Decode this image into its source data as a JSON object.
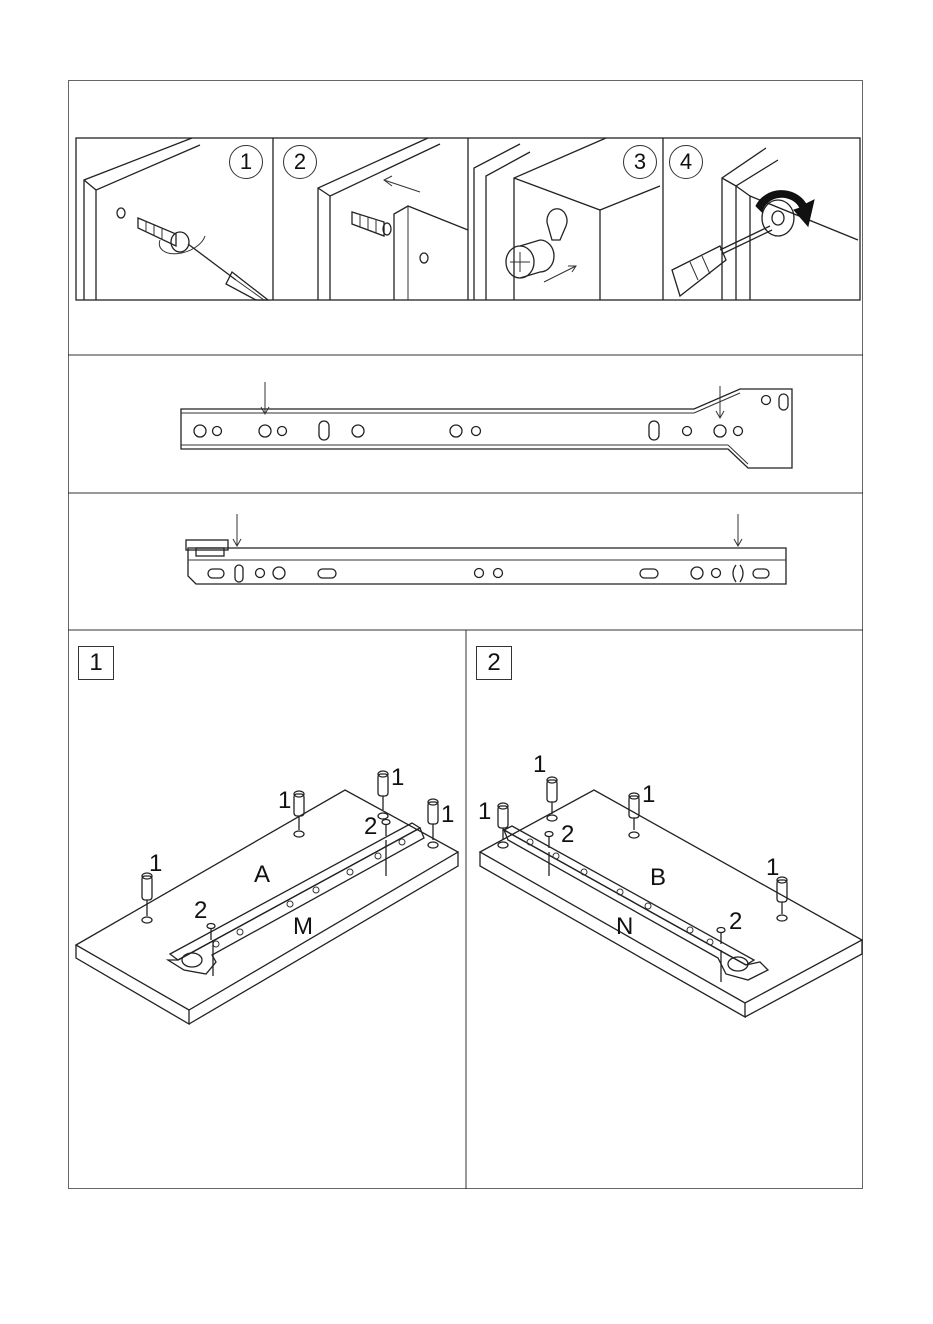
{
  "top_steps": [
    "1",
    "2",
    "3",
    "4"
  ],
  "bottom_panels": [
    {
      "step": "1",
      "board_label": "A",
      "runner_label": "M",
      "callouts": [
        "1",
        "1",
        "1",
        "1",
        "2",
        "2"
      ]
    },
    {
      "step": "2",
      "board_label": "B",
      "runner_label": "N",
      "callouts": [
        "1",
        "1",
        "1",
        "1",
        "2",
        "2"
      ]
    }
  ]
}
